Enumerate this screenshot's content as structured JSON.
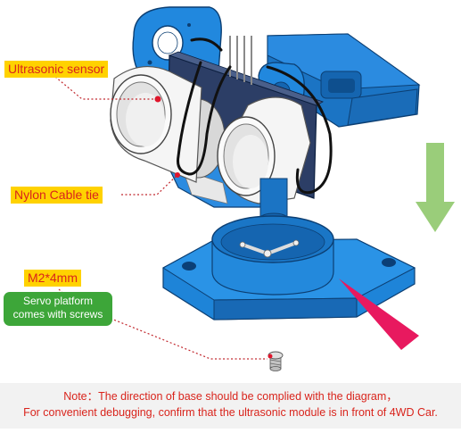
{
  "labels": {
    "ultrasonic_sensor": "Ultrasonic sensor",
    "nylon_cable_tie": "Nylon Cable tie",
    "screw_size": "M2*4mm"
  },
  "servo_note": {
    "line1": "Servo platform",
    "line2": "comes with screws"
  },
  "note": {
    "line1": "Note：The direction of base should be complied with the diagram，",
    "line2": "For convenient debugging, confirm that the ultrasonic module is in front of 4WD Car."
  },
  "colors": {
    "bracket_blue": "#1f7fd6",
    "base_blue": "#1a86d8",
    "label_bg": "#ffd200",
    "label_text": "#d9241c",
    "note_badge": "#3da639",
    "down_arrow": "#9acd7a",
    "pointer": "#e8195f"
  }
}
